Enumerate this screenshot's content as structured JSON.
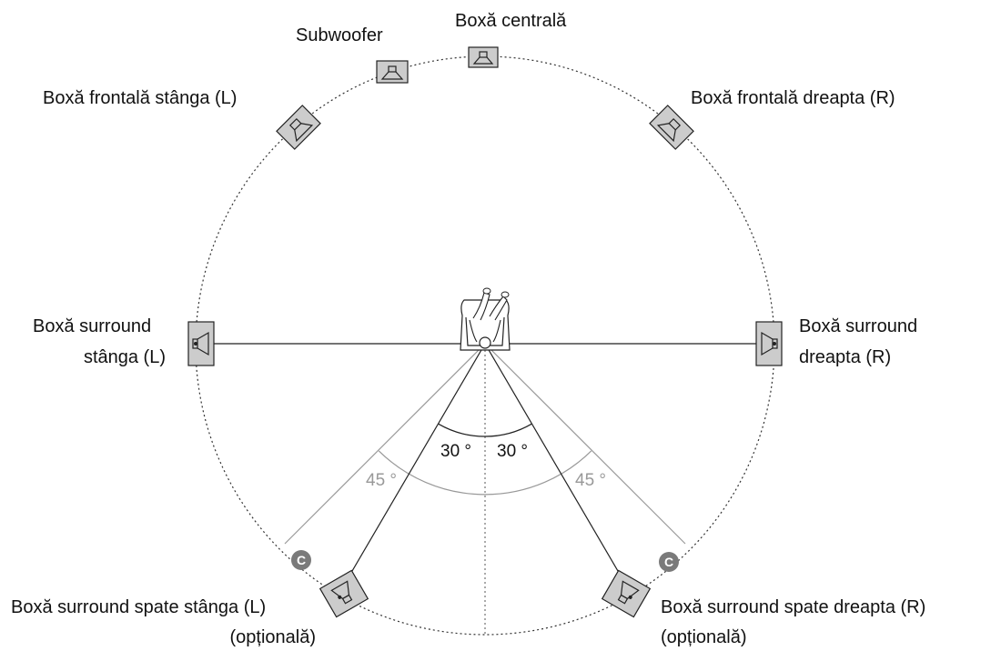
{
  "speakers": {
    "center": "Boxă centrală",
    "subwoofer": "Subwoofer",
    "front_left": "Boxă frontală stânga (L)",
    "front_right": "Boxă frontală dreapta (R)",
    "surround_left": [
      "Boxă surround",
      "stânga (L)"
    ],
    "surround_right": [
      "Boxă surround",
      "dreapta (R)"
    ],
    "surround_back_left": [
      "Boxă surround spate stânga (L)",
      "(opțională)"
    ],
    "surround_back_right": [
      "Boxă surround spate dreapta (R)",
      "(opțională)"
    ]
  },
  "angles": {
    "inner_left": "30 °",
    "inner_right": "30 °",
    "outer_left": "45 °",
    "outer_right": "45 °"
  },
  "markers": {
    "optional_badge": "C"
  },
  "colors": {
    "speaker_fill": "#cccccc",
    "outline": "#222222",
    "guide_gray": "#999999",
    "badge": "#7a7a7a"
  }
}
